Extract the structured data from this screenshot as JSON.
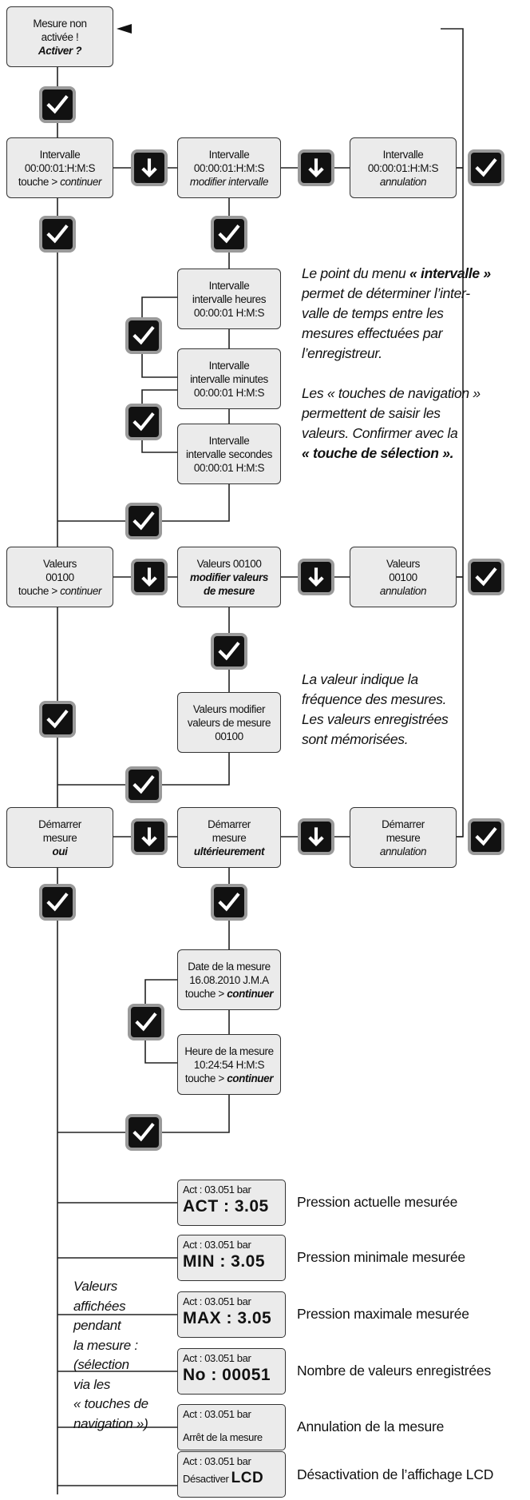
{
  "start": {
    "line1": "Mesure non",
    "line2": "activée !",
    "line3": "Activer ?"
  },
  "interval": {
    "b1": {
      "l1": "Intervalle",
      "l2": "00:00:01:H:M:S",
      "l3a": "touche > ",
      "l3b": "continuer"
    },
    "b2": {
      "l1": "Intervalle",
      "l2": "00:00:01:H:M:S",
      "l3": "modifier intervalle"
    },
    "b3": {
      "l1": "Intervalle",
      "l2": "00:00:01:H:M:S",
      "l3": "annulation"
    },
    "hours": {
      "l1": "Intervalle",
      "l2": "intervalle heures",
      "l3": "00:00:01 H:M:S"
    },
    "minutes": {
      "l1": "Intervalle",
      "l2": "intervalle minutes",
      "l3": "00:00:01 H:M:S"
    },
    "seconds": {
      "l1": "Intervalle",
      "l2": "intervalle secondes",
      "l3": "00:00:01 H:M:S"
    }
  },
  "note_interval": {
    "a1": "Le point du menu",
    "a1b": "« intervalle »",
    "a2": "permet de déterminer l’inter-",
    "a3": "valle de temps entre les",
    "a4": "mesures effectuées par",
    "a5": "l’enregistreur.",
    "b1": "Les « touches de navigation »",
    "b2": "permettent de saisir les",
    "b3": "valeurs. Confirmer avec la",
    "b4": "« touche de sélection »."
  },
  "values": {
    "b1": {
      "l1": "Valeurs",
      "l2": "00100",
      "l3a": "touche > ",
      "l3b": "continuer"
    },
    "b2": {
      "l1": "Valeurs 00100",
      "l2": "modifier valeurs",
      "l3": "de mesure"
    },
    "b3": {
      "l1": "Valeurs",
      "l2": "00100",
      "l3": "annulation"
    },
    "sub": {
      "l1": "Valeurs modifier",
      "l2": "valeurs de mesure",
      "l3": "00100"
    }
  },
  "note_values": {
    "l1": "La valeur indique la",
    "l2": "fréquence des mesures.",
    "l3": "Les valeurs enregistrées",
    "l4": "sont mémorisées."
  },
  "startm": {
    "b1": {
      "l1": "Démarrer",
      "l2": "mesure",
      "l3": "oui"
    },
    "b2": {
      "l1": "Démarrer",
      "l2": "mesure",
      "l3": "ultérieurement"
    },
    "b3": {
      "l1": "Démarrer",
      "l2": "mesure",
      "l3": "annulation"
    },
    "date": {
      "l1": "Date de la mesure",
      "l2": "16.08.2010 J.M.A",
      "l3a": "touche > ",
      "l3b": "continuer"
    },
    "time": {
      "l1": "Heure de la mesure",
      "l2": "10:24:54 H:M:S",
      "l3a": "touche > ",
      "l3b": "continuer"
    }
  },
  "lcd": [
    {
      "top": "Act : 03.051 bar",
      "bottom": "ACT : 3.05",
      "label": "Pression actuelle mesurée"
    },
    {
      "top": "Act : 03.051 bar",
      "bottom": "MIN : 3.05",
      "label": "Pression minimale mesurée"
    },
    {
      "top": "Act : 03.051 bar",
      "bottom": "MAX : 3.05",
      "label": "Pression maximale mesurée"
    },
    {
      "top": "Act : 03.051 bar",
      "bottom": "No : 00051",
      "label": "Nombre de valeurs enregistrées"
    },
    {
      "top": "Act : 03.051 bar",
      "bottom": "Arrêt de la mesure",
      "label": "Annulation de la mesure"
    },
    {
      "top": "Act : 03.051 bar",
      "bottom_a": "Désactiver ",
      "bottom_b": "LCD",
      "label": "Désactivation de l’affichage LCD"
    }
  ],
  "side_note": {
    "l1": "Valeurs",
    "l2": "affichées",
    "l3": "pendant",
    "l4": "la mesure :",
    "l5": "(sélection",
    "l6": "via les",
    "l7": "« touches de",
    "l8": "navigation »)"
  }
}
